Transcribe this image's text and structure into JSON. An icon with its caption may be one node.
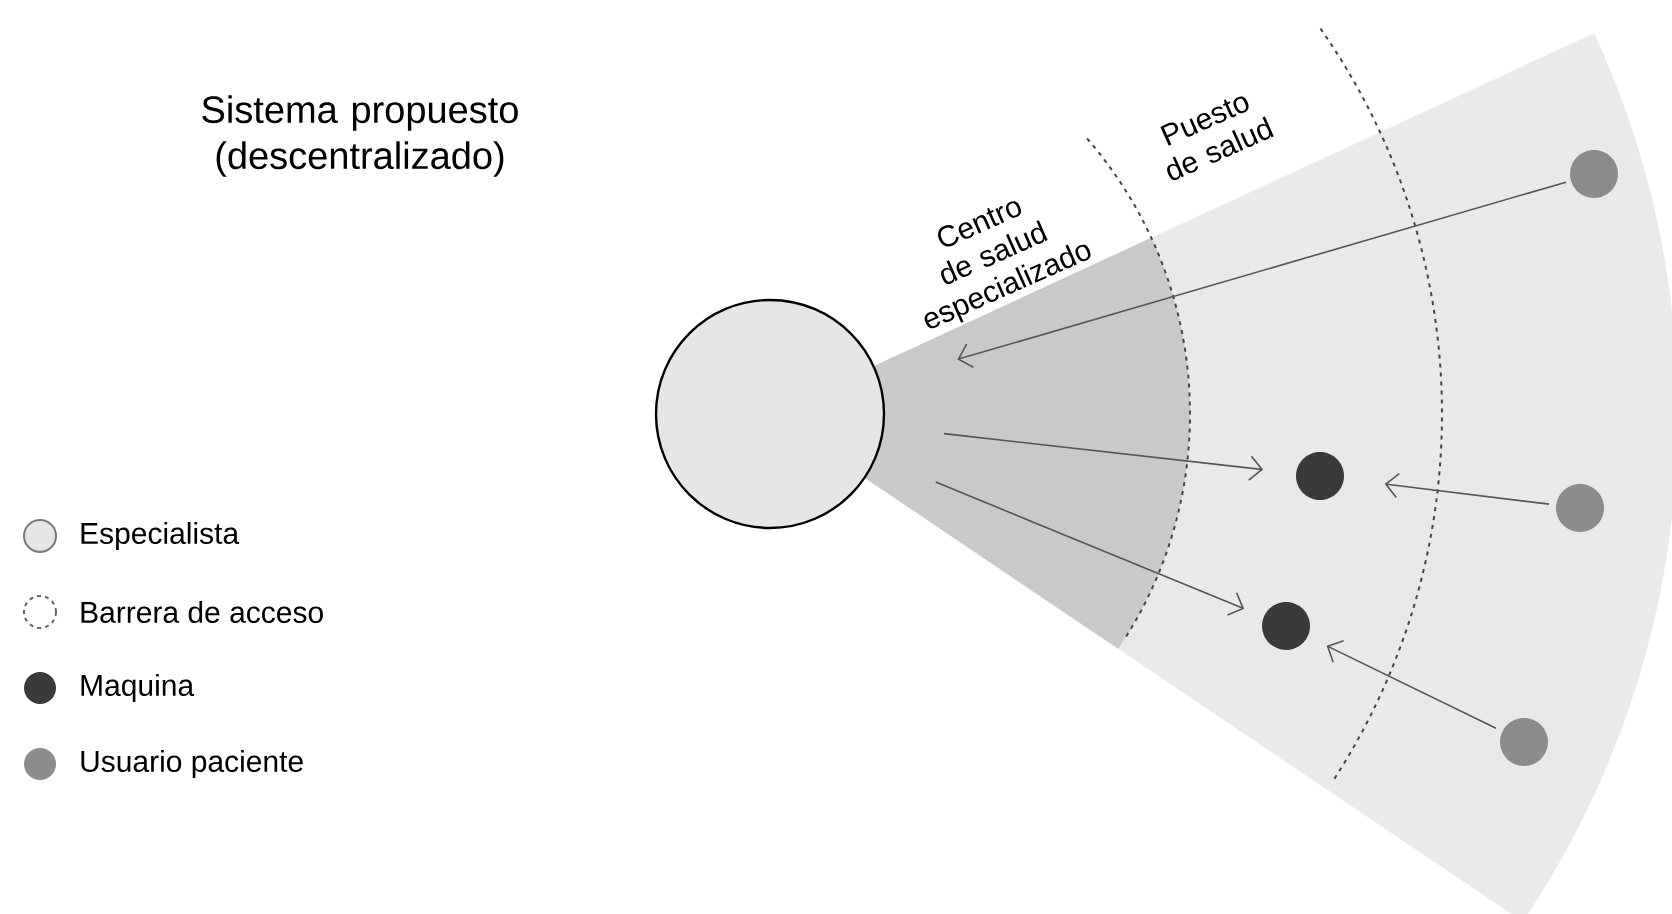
{
  "diagram": {
    "title": "Sistema propuesto (descentralizado)",
    "nodes": [
      {
        "text": [],
        "shape": "circle"
      },
      {
        "text": [],
        "shape": "circle"
      },
      {
        "text": [],
        "shape": "circle"
      },
      {
        "text": [],
        "shape": "circle"
      },
      {
        "text": [],
        "shape": "circle"
      },
      {
        "text": [],
        "shape": "circle"
      }
    ],
    "edges": [
      {
        "from": 3,
        "to": 0,
        "arrow": "to"
      },
      {
        "from": 0,
        "to": 1,
        "arrow": "to"
      },
      {
        "from": 0,
        "to": 2,
        "arrow": "to"
      },
      {
        "from": 4,
        "to": 1,
        "arrow": "to"
      },
      {
        "from": 5,
        "to": 2,
        "arrow": "to"
      }
    ],
    "labels": [
      "Centro de salud especializado",
      "Puesto de salud"
    ],
    "legend": [
      {
        "text": "Especialista"
      },
      {
        "text": "Barrera de acceso"
      },
      {
        "text": "Maquina",
        "color": "#3a3a3a"
      },
      {
        "text": "Usuario paciente",
        "color": "#8c8c8c"
      }
    ]
  }
}
